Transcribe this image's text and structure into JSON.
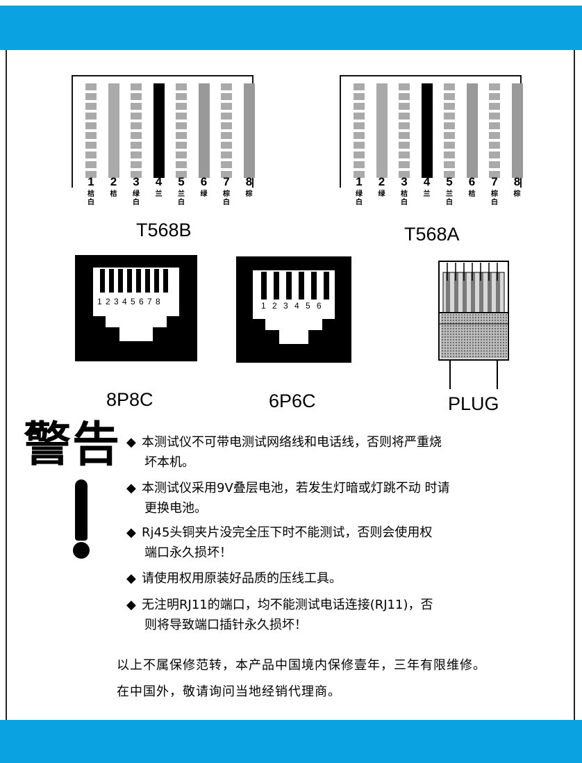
{
  "colors": {
    "band": "#0aa2e0"
  },
  "t568b": {
    "title": "T568B",
    "pins": [
      {
        "num": "1",
        "label": "桔\n白",
        "style": "stripe"
      },
      {
        "num": "2",
        "label": "桔",
        "style": "solid"
      },
      {
        "num": "3",
        "label": "绿\n白",
        "style": "stripe"
      },
      {
        "num": "4",
        "label": "兰",
        "style": "black"
      },
      {
        "num": "5",
        "label": "兰\n白",
        "style": "stripe"
      },
      {
        "num": "6",
        "label": "绿",
        "style": "green"
      },
      {
        "num": "7",
        "label": "棕\n白",
        "style": "stripe"
      },
      {
        "num": "8",
        "label": "棕",
        "style": "green"
      }
    ]
  },
  "t568a": {
    "title": "T568A",
    "pins": [
      {
        "num": "1",
        "label": "绿\n白",
        "style": "stripe"
      },
      {
        "num": "2",
        "label": "绿",
        "style": "solid"
      },
      {
        "num": "3",
        "label": "桔\n白",
        "style": "stripe"
      },
      {
        "num": "4",
        "label": "兰",
        "style": "black"
      },
      {
        "num": "5",
        "label": "兰\n白",
        "style": "stripe"
      },
      {
        "num": "6",
        "label": "桔",
        "style": "green"
      },
      {
        "num": "7",
        "label": "棕\n白",
        "style": "stripe"
      },
      {
        "num": "8",
        "label": "棕",
        "style": "green"
      }
    ]
  },
  "jacks": {
    "p8c8": {
      "title": "8P8C",
      "numbers": "1 2 3 4 5 6 7 8"
    },
    "p6c6": {
      "title": "6P6C",
      "numbers": "1 2 3 4 5 6"
    },
    "plug": {
      "title": "PLUG"
    }
  },
  "warning": {
    "title": "警告",
    "items": [
      {
        "line1": "本测试仪不可带电测试网络线和电话线，否则将严重烧",
        "line2": "坏本机。"
      },
      {
        "line1": "本测试仪采用9V叠层电池，若发生灯暗或灯跳不动 时请",
        "line2": "更换电池。"
      },
      {
        "line1": "Rj45头铜夹片没完全压下时不能测试，否则会使用权",
        "line2": "端口永久损坏！"
      },
      {
        "line1": "请使用权用原装好品质的压线工具。",
        "line2": ""
      },
      {
        "line1": "无注明RJ11的端口，均不能测试电话连接(RJ11)，否",
        "line2": "则将导致端口插针永久损坏！"
      }
    ],
    "bullet": "◆"
  },
  "footer": {
    "line1": "以上不属保修范转，本产品中国境内保修壹年，三年有限维修。",
    "line2": "在中国外，敬请询问当地经销代理商。"
  }
}
